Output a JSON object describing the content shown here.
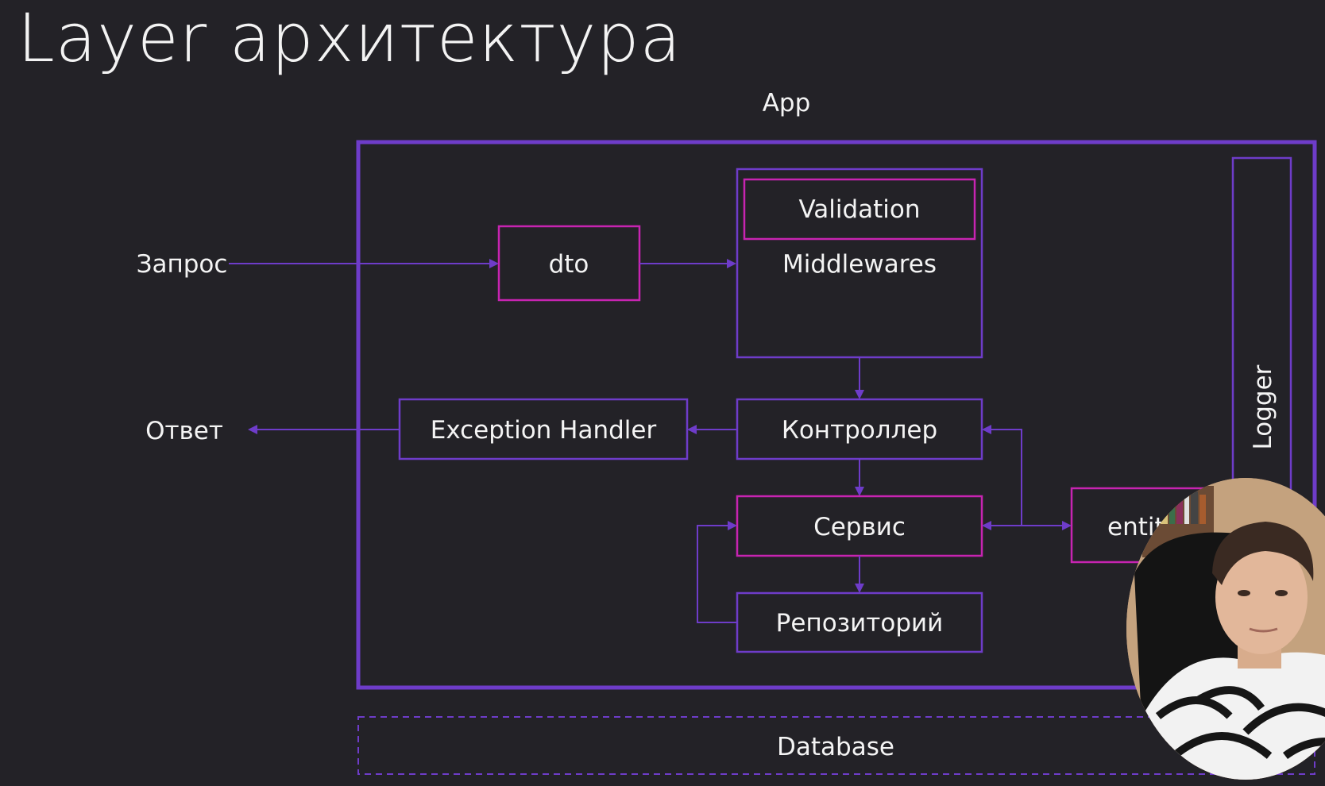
{
  "slide": {
    "title": "Layer архитектура"
  },
  "diagram": {
    "app_label": "App",
    "request_label": "Запрос",
    "response_label": "Ответ",
    "dto_label": "dto",
    "validation_label": "Validation",
    "middlewares_label": "Middlewares",
    "exception_handler_label": "Exception Handler",
    "controller_label": "Контроллер",
    "service_label": "Сервис",
    "repository_label": "Репозиторий",
    "entity_label": "entit",
    "logger_label": "Logger",
    "database_label": "Database"
  },
  "colors": {
    "background": "#232227",
    "purple": "#6e3cc9",
    "magenta": "#c724b1",
    "text": "#f4f4f4"
  }
}
